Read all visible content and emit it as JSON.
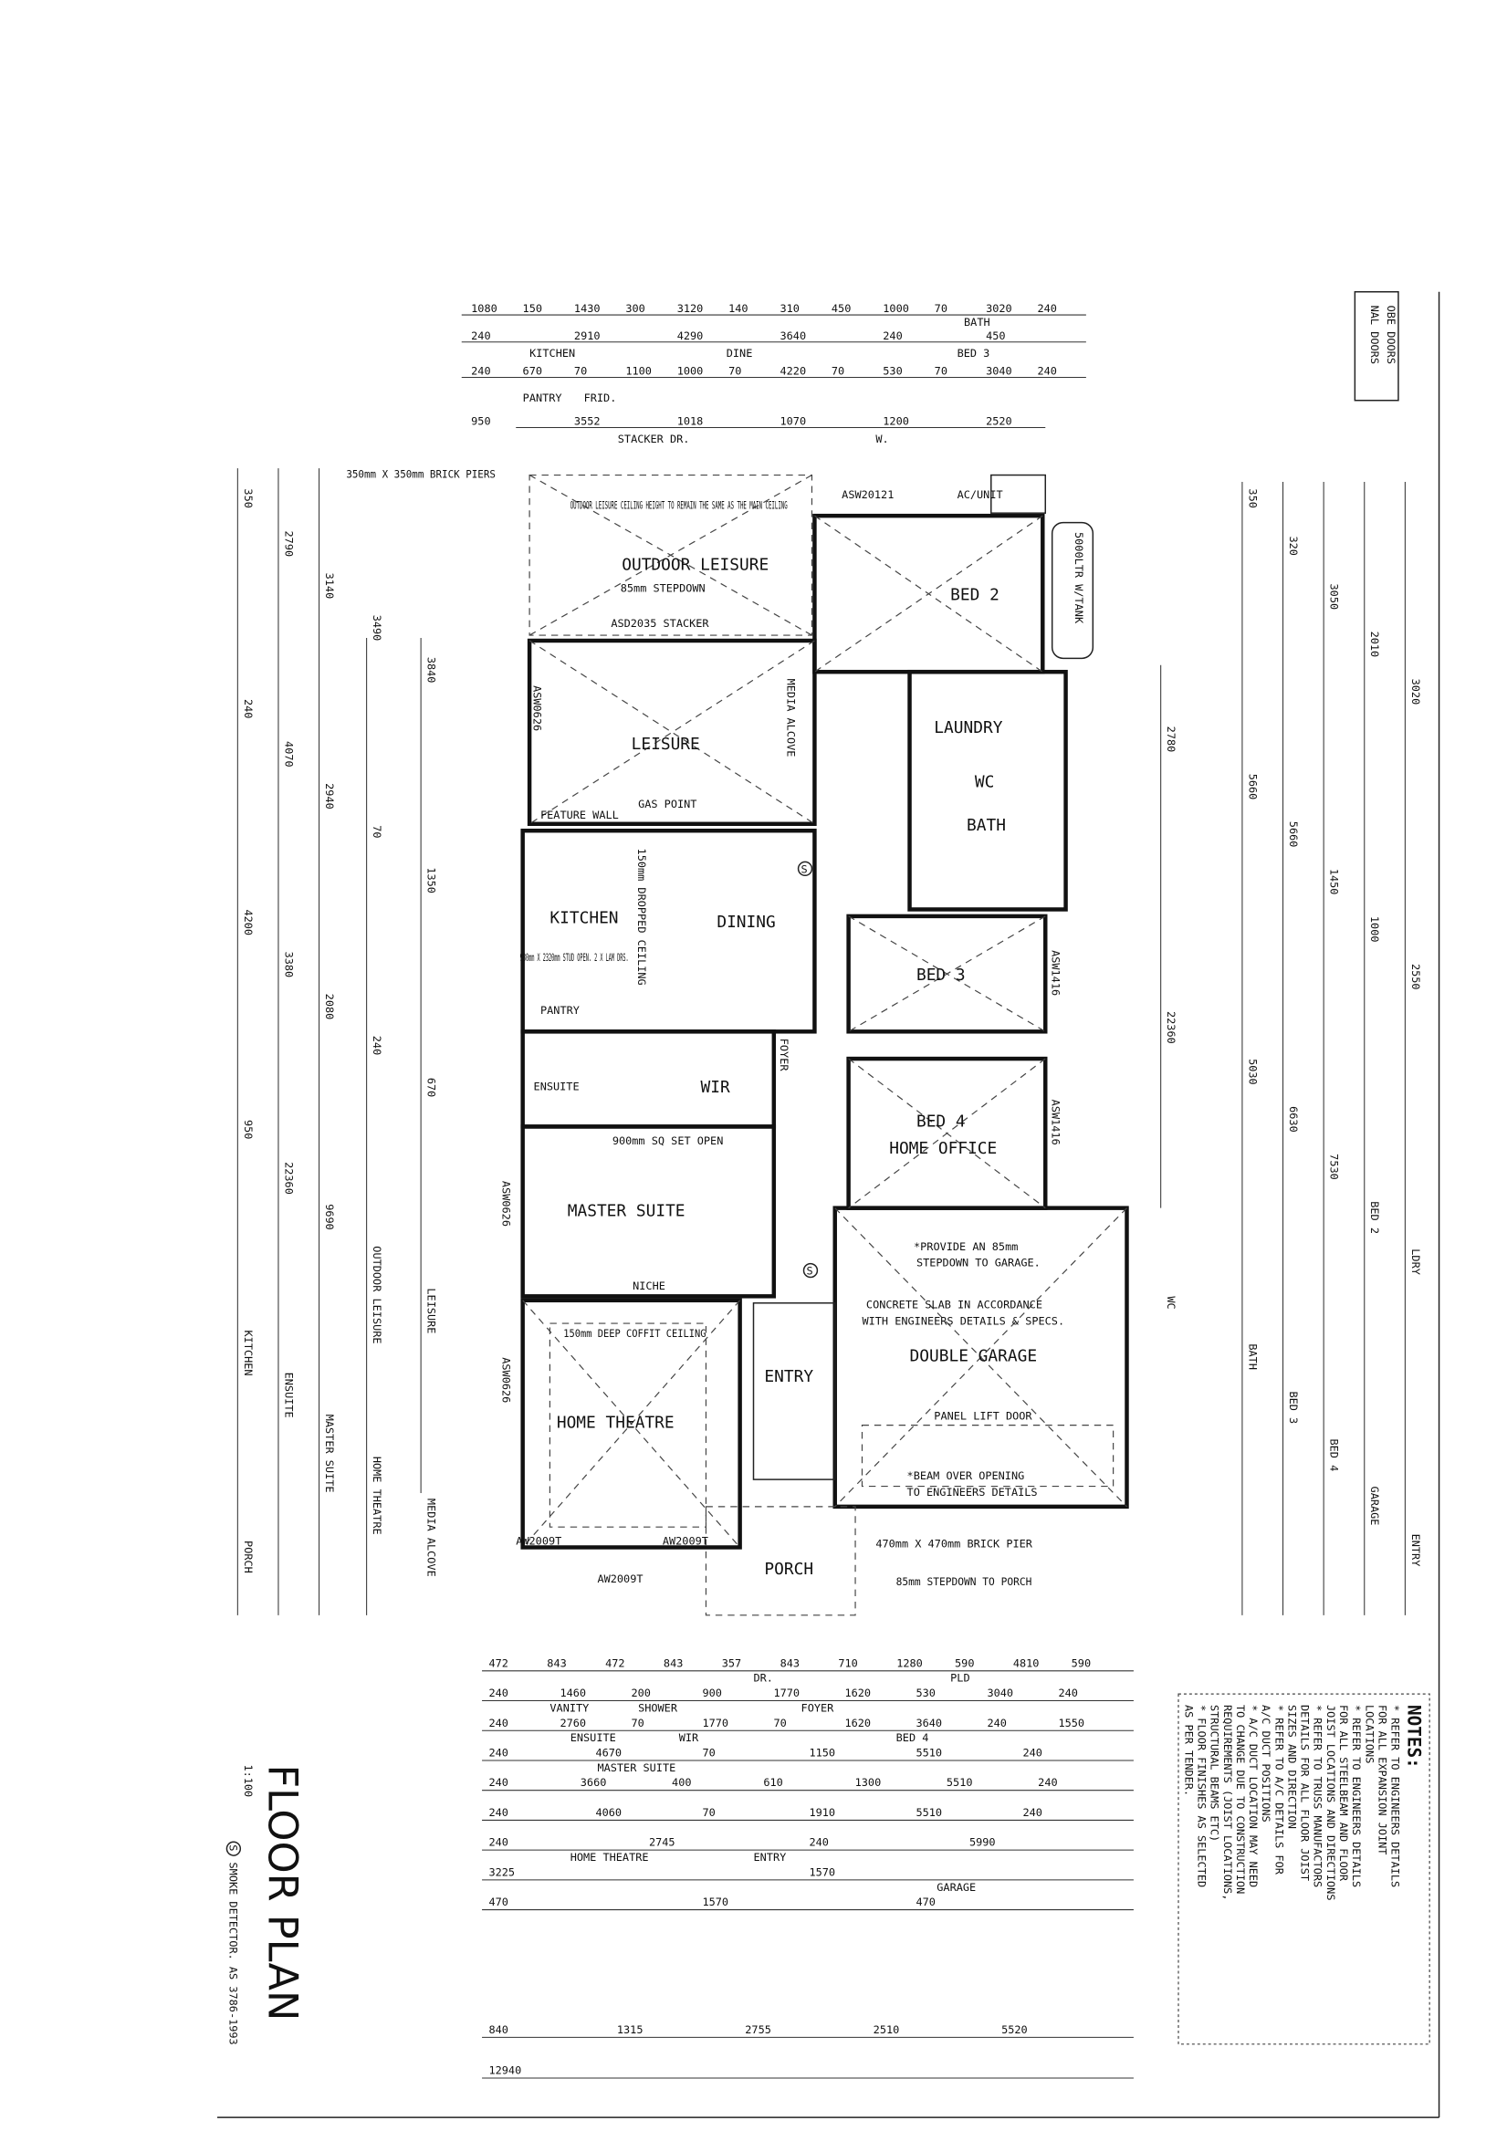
{
  "title": "FLOOR PLAN",
  "scale": "1:100",
  "smoke_detector_note": "SMOKE DETECTOR. AS 3786-1993",
  "smoke_symbol": "S",
  "corner_legend": [
    "NAL DOORS",
    "OBE DOORS"
  ],
  "notes": {
    "heading": "NOTES:",
    "lines": [
      "* REFER TO ENGINEERS DETAILS",
      "FOR ALL EXPANSION JOINT",
      "LOCATIONS",
      "* REFER TO ENGINEERS DETAILS",
      "FOR ALL STEELBEAM AND FLOOR",
      "JOIST LOCATIONS AND DIRECTIONS",
      "* REFER TO TRUSS MANUFACTORS",
      "DETAILS FOR ALL FLOOR JOIST",
      "SIZES AND DIRECTION",
      "* REFER TO A/C DETAILS FOR",
      "A/C DUCT POSITIONS",
      "* A/C DUCT LOCATION MAY NEED",
      "TO CHANGE DUE TO CONSTRUCTION",
      "REQUIREMENTS (JOIST LOCATIONS,",
      "STRUCTURAL BEAMS ETC)",
      "* FLOOR FINISHES AS SELECTED",
      "AS PER TENDER."
    ]
  },
  "rooms": {
    "outdoor_leisure": "OUTDOOR LEISURE",
    "outdoor_note": "85mm STEPDOWN",
    "outdoor_ceiling": "OUTDOOR LEISURE CEILING HEIGHT TO REMAIN THE SAME AS THE MAIN CEILING",
    "stacker": "ASD2035 STACKER",
    "bed2": "BED 2",
    "leisure": "LEISURE",
    "media_alcove": "MEDIA ALCOVE",
    "laundry": "LAUNDRY",
    "wc": "WC",
    "bath": "BATH",
    "kitchen": "KITCHEN",
    "dining": "DINING",
    "pantry": "PANTRY",
    "bed3": "BED 3",
    "ensuite": "ENSUITE",
    "wir": "WIR",
    "foyer": "FOYER",
    "bed4": "BED 4",
    "home_office": "HOME OFFICE",
    "master_suite": "MASTER SUITE",
    "niche": "NICHE",
    "double_garage": "DOUBLE GARAGE",
    "garage_note1": "*PROVIDE AN 85mm",
    "garage_note2": "STEPDOWN TO GARAGE.",
    "garage_slab1": "CONCRETE SLAB IN ACCORDANCE",
    "garage_slab2": "WITH ENGINEERS DETAILS & SPECS.",
    "panel_lift": "PANEL LIFT DOOR",
    "beam1": "*BEAM OVER OPENING",
    "beam2": "TO ENGINEERS DETAILS",
    "home_theatre": "HOME THEATRE",
    "coffer": "150mm DEEP COFFIT CEILING",
    "entry": "ENTRY",
    "porch": "PORCH",
    "ac_unit": "AC/UNIT",
    "tank": "5000LTR W/TANK",
    "brick_piers_top": "350mm X 350mm BRICK PIERS",
    "brick_pier_bottom": "470mm X 470mm BRICK PIER",
    "porch_step": "85mm STEPDOWN TO PORCH",
    "feature_wall": "FEATURE WALL",
    "gas_point": "GAS POINT",
    "dropped_ceiling": "150mm DROPPED CEILING",
    "stud_opening": "980mm X 2320mm STUD OPEN. 2 X LAM DRS.",
    "set_open": "900mm SQ SET OPEN"
  },
  "windows": [
    "ASW20121",
    "ASW0626",
    "ASW1416",
    "ASW1416",
    "ASW0626",
    "ASW0626",
    "AW2009T",
    "AW2009T",
    "AW2009T"
  ],
  "dims_top": [
    [
      "1080",
      "150",
      "1430",
      "300",
      "3120",
      "140",
      "310",
      "450",
      "1000",
      "70",
      "3020",
      "240"
    ],
    [
      "240",
      "2910",
      "4290",
      "3640",
      "240",
      "450"
    ],
    [
      "240",
      "670",
      "70",
      "1100",
      "1000",
      "70",
      "4220",
      "70",
      "530",
      "70",
      "3040",
      "240"
    ],
    [
      "950",
      "3552",
      "1018",
      "1070",
      "1200",
      "2520"
    ]
  ],
  "dims_top_labels": [
    "BATH",
    "KITCHEN",
    "DINE",
    "BED 3",
    "PANTRY",
    "FRID.",
    "STACKER DR.",
    "W."
  ],
  "dims_bottom": [
    [
      "472",
      "843",
      "472",
      "843",
      "357",
      "843",
      "710",
      "1280",
      "590",
      "4810",
      "590"
    ],
    [
      "240",
      "1460",
      "200",
      "900",
      "1770",
      "1620",
      "530",
      "3040",
      "240"
    ],
    [
      "240",
      "2760",
      "70",
      "1770",
      "70",
      "1620",
      "3640",
      "240",
      "1550"
    ],
    [
      "240",
      "4670",
      "70",
      "1150",
      "5510",
      "240"
    ],
    [
      "240",
      "3660",
      "400",
      "610",
      "1300",
      "5510",
      "240"
    ],
    [
      "240",
      "4060",
      "70",
      "1910",
      "5510",
      "240"
    ],
    [
      "240",
      "2745",
      "240",
      "5990"
    ],
    [
      "3225",
      "1570"
    ],
    [
      "470",
      "1570",
      "470"
    ],
    [
      "840",
      "1315",
      "2755",
      "2510",
      "5520"
    ],
    [
      "12940"
    ]
  ],
  "dims_bottom_labels": [
    "VANITY",
    "SHOWER",
    "FOYER",
    "ENSUITE",
    "WIR",
    "BED 4",
    "MASTER SUITE",
    "HOME THEATRE",
    "ENTRY",
    "GARAGE",
    "DR.",
    "PLD"
  ],
  "dims_left": [
    "350",
    "2790",
    "3140",
    "3490",
    "3840",
    "240",
    "4070",
    "2940",
    "70",
    "1350",
    "4200",
    "3380",
    "2080",
    "240",
    "670",
    "950",
    "22360",
    "9690",
    "OUTDOOR LEISURE",
    "LEISURE",
    "KITCHEN",
    "ENSUITE",
    "MASTER SUITE",
    "HOME THEATRE",
    "MEDIA ALCOVE",
    "PORCH"
  ],
  "dims_right": [
    "350",
    "320",
    "3050",
    "2010",
    "3020",
    "2780",
    "5660",
    "5660",
    "1450",
    "1000",
    "2550",
    "22360",
    "5030",
    "6630",
    "7530",
    "BED 2",
    "LDRY",
    "WC",
    "BATH",
    "BED 3",
    "BED 4",
    "GARAGE",
    "ENTRY"
  ]
}
